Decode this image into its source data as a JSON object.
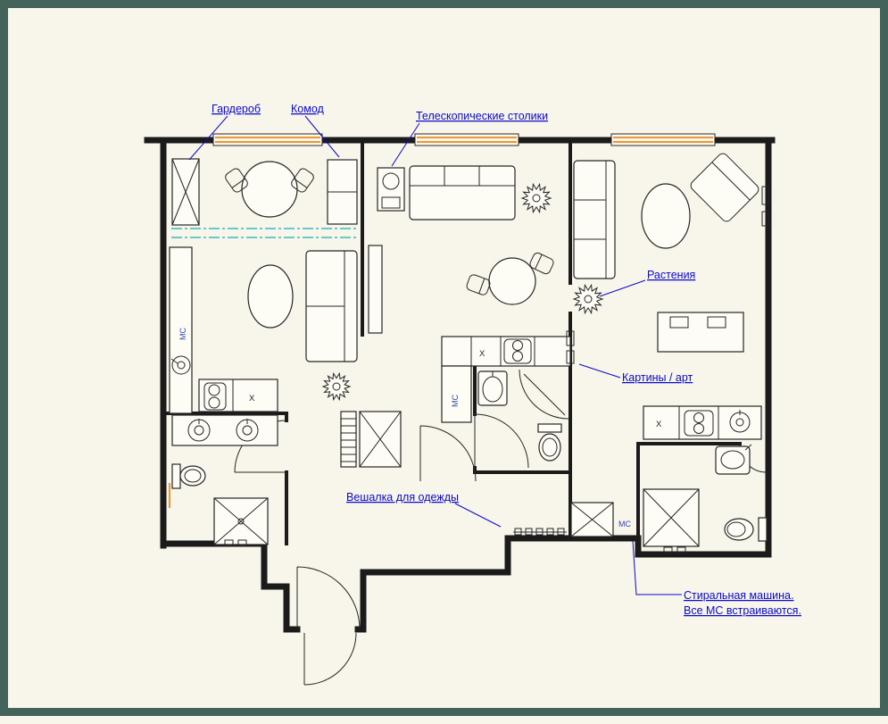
{
  "page": {
    "background": "#f8f5ea",
    "border_color": "#44635b"
  },
  "palette": {
    "wall": "#1b1b1b",
    "label_blue": "#0a0ac8",
    "window_orange": "#e89a3c",
    "partition_teal": "#35bcbc"
  },
  "annotations": {
    "wardrobe": "Гардероб",
    "dresser": "Комод",
    "telescopic_tables": "Телескопические столики",
    "plants": "Растения",
    "art": "Картины / арт",
    "clothes_rack": "Вешалка для одежды",
    "washer_note_line1": "Стиральная машина.",
    "washer_note_line2": "Все МС встраиваются."
  },
  "markers": {
    "mc_left": "МС",
    "mc_center": "МС",
    "mc_washer": "МС",
    "sink_x_left": "X",
    "sink_x_center": "X",
    "sink_x_right": "X"
  }
}
